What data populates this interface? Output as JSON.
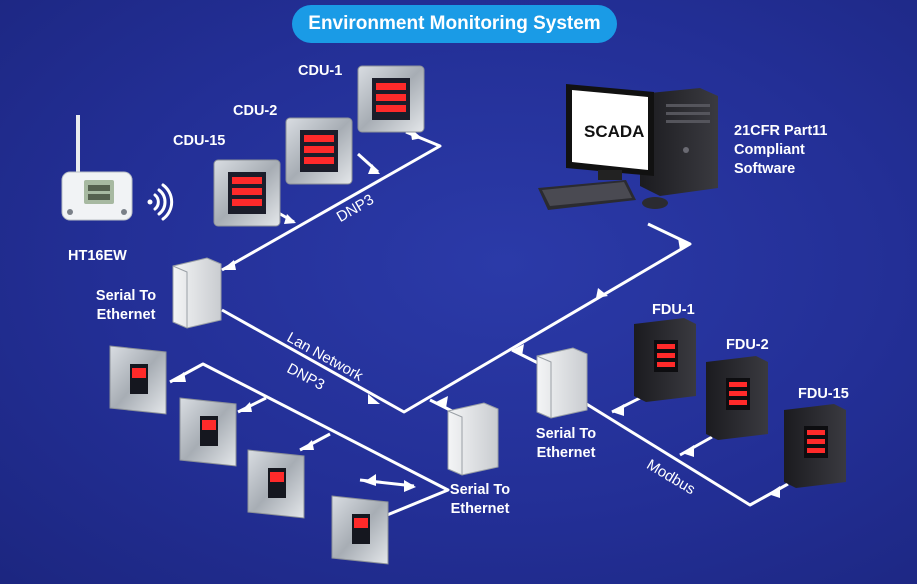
{
  "title": "Environment Monitoring System",
  "labels": {
    "cdu1": "CDU-1",
    "cdu2": "CDU-2",
    "cdu15": "CDU-15",
    "ht16ew": "HT16EW",
    "serial_left_1": "Serial To",
    "serial_left_2": "Ethernet",
    "serial_mid_1": "Serial To",
    "serial_mid_2": "Ethernet",
    "serial_bottom_1": "Serial To",
    "serial_bottom_2": "Ethernet",
    "scada": "SCADA",
    "software_1": "21CFR Part11",
    "software_2": "Compliant",
    "software_3": "Software",
    "fdu1": "FDU-1",
    "fdu2": "FDU-2",
    "fdu15": "FDU-15",
    "dnp3_top": "DNP3",
    "dnp3_left": "DNP3",
    "lan": "Lan Network",
    "modbus": "Modbus"
  },
  "colors": {
    "background": "#232f96",
    "title_pill": "#1a9be6",
    "line": "#ffffff",
    "display_red": "#ff2a2a"
  },
  "icons": [
    "wifi-signal-icon"
  ]
}
